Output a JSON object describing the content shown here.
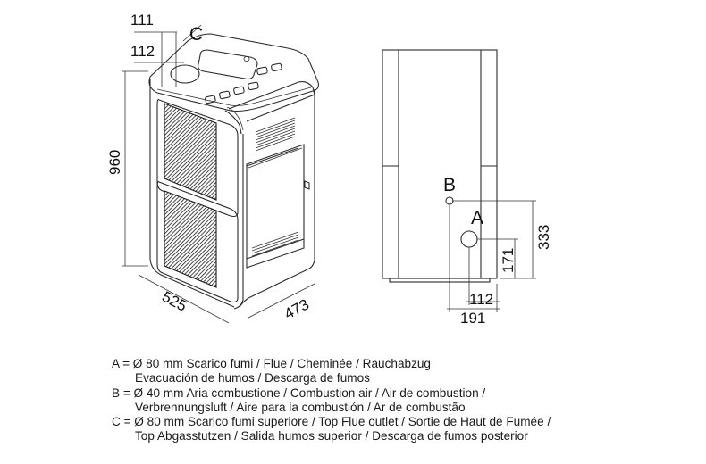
{
  "dimensions": {
    "d111": "111",
    "d112_top": "112",
    "height": "960",
    "width": "525",
    "depth": "473",
    "height_b": "333",
    "height_a": "171",
    "offset_a": "112",
    "offset_b": "191"
  },
  "markers": {
    "a": "A",
    "b": "B",
    "c": "C"
  },
  "legend": {
    "a_line1": "A = Ø 80 mm  Scarico fumi / Flue / Cheminée / Rauchabzug",
    "a_line2": "Evacuación de humos / Descarga de fumos",
    "b_line1": "B = Ø 40 mm  Aria combustione / Combustion air / Air de combustion /",
    "b_line2": "Verbrennungsluft / Aire para la combustión / Ar de combustão",
    "c_line1": "C = Ø 80  mm  Scarico fumi superiore / Top Flue outlet / Sortie de Haut de Fumée /",
    "c_line2": "Top Abgasstutzen / Salida humos superior / Descarga de fumos posterior"
  }
}
